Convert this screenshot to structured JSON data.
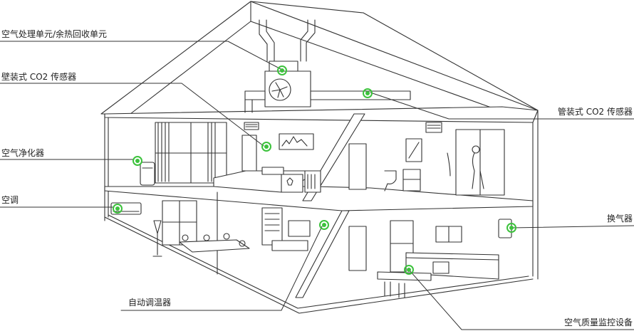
{
  "labels": {
    "ahu": "空气处理单元/余热回收单元",
    "wall_co2": "壁装式 CO2 传感器",
    "purifier": "空气净化器",
    "ac": "空调",
    "thermostat": "自动调温器",
    "duct_co2": "管装式 CO2 传感器",
    "ventilator": "换气器",
    "iaq_monitor": "空气质量监控设备"
  },
  "colors": {
    "line": "#333333",
    "sensor_green": "#3cc23c"
  }
}
